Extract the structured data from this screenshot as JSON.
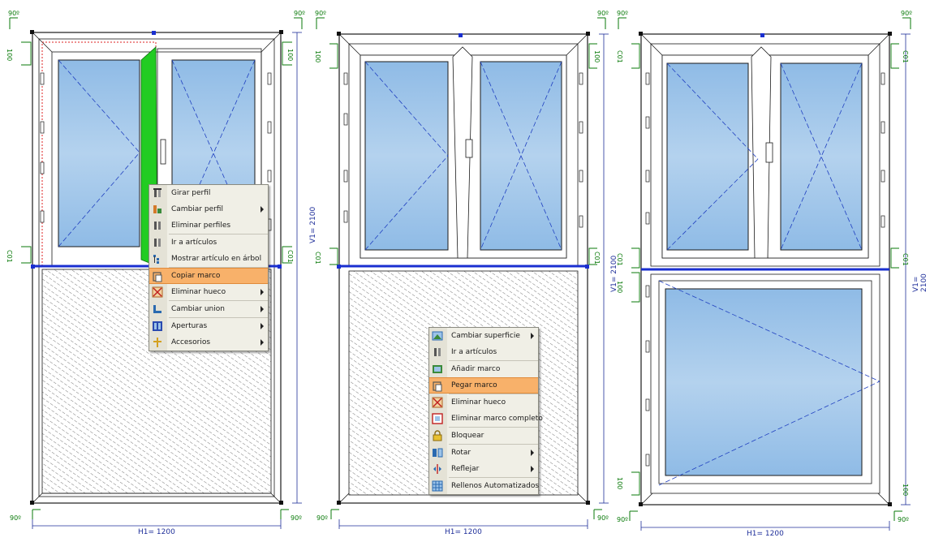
{
  "colors": {
    "frame_stroke": "#1a1a1a",
    "glass": "#9cc3e8",
    "dim_line": "#1f2f9a",
    "dim_text": "#1f2f9a",
    "mullion_blue": "#1a2fd0",
    "green_select": "#22cc22",
    "menu_highlight": "#f8b16a",
    "code_green": "#0a7a0a"
  },
  "panel_left": {
    "angles": [
      "90º",
      "90º",
      "90º",
      "90º"
    ],
    "side_codes": [
      "100",
      "100",
      "C01",
      "C01"
    ],
    "width_label": "H1= 1200",
    "height_label": "V1= 2100"
  },
  "panel_middle": {
    "angles": [
      "90º",
      "90º",
      "90º",
      "90º"
    ],
    "side_codes": [
      "100",
      "100",
      "C01",
      "C01"
    ],
    "width_label": "H1= 1200",
    "height_label": "V1= 2100"
  },
  "panel_right": {
    "angles": [
      "90º",
      "90º",
      "90º",
      "90º"
    ],
    "side_codes": [
      "C01",
      "C01",
      "C01",
      "C01",
      "100",
      "100",
      "100"
    ],
    "width_label": "H1= 1200",
    "height_label": "V1= 2100"
  },
  "menu_left": {
    "items": [
      {
        "label": "Girar perfil",
        "icon": "rotate-profile-icon",
        "submenu": false
      },
      {
        "label": "Cambiar perfil",
        "icon": "change-profile-icon",
        "submenu": true
      },
      {
        "label": "Eliminar perfiles",
        "icon": "delete-profiles-icon",
        "submenu": false
      },
      {
        "label": "Ir a artículos",
        "icon": "go-articles-icon",
        "submenu": false
      },
      {
        "label": "Mostrar artículo en árbol",
        "icon": "tree-icon",
        "submenu": false
      },
      {
        "label": "Copiar marco",
        "icon": "copy-frame-icon",
        "submenu": false,
        "highlight": true
      },
      {
        "label": "Eliminar hueco",
        "icon": "delete-hole-icon",
        "submenu": true
      },
      {
        "label": "Cambiar union",
        "icon": "change-union-icon",
        "submenu": true
      },
      {
        "label": "Aperturas",
        "icon": "openings-icon",
        "submenu": true
      },
      {
        "label": "Accesorios",
        "icon": "accessories-icon",
        "submenu": true
      }
    ]
  },
  "menu_middle": {
    "items": [
      {
        "label": "Cambiar superficie",
        "icon": "change-surface-icon",
        "submenu": true
      },
      {
        "label": "Ir a artículos",
        "icon": "go-articles-icon",
        "submenu": false
      },
      {
        "label": "Añadir marco",
        "icon": "add-frame-icon",
        "submenu": false
      },
      {
        "label": "Pegar marco",
        "icon": "paste-frame-icon",
        "submenu": false,
        "highlight": true
      },
      {
        "label": "Eliminar hueco",
        "icon": "delete-hole-icon",
        "submenu": false
      },
      {
        "label": "Eliminar marco completo",
        "icon": "delete-frame-icon",
        "submenu": false
      },
      {
        "label": "Bloquear",
        "icon": "lock-icon",
        "submenu": false
      },
      {
        "label": "Rotar",
        "icon": "rotate-icon",
        "submenu": true
      },
      {
        "label": "Reflejar",
        "icon": "mirror-icon",
        "submenu": true
      },
      {
        "label": "Rellenos Automatizados",
        "icon": "auto-fill-icon",
        "submenu": false
      }
    ]
  }
}
